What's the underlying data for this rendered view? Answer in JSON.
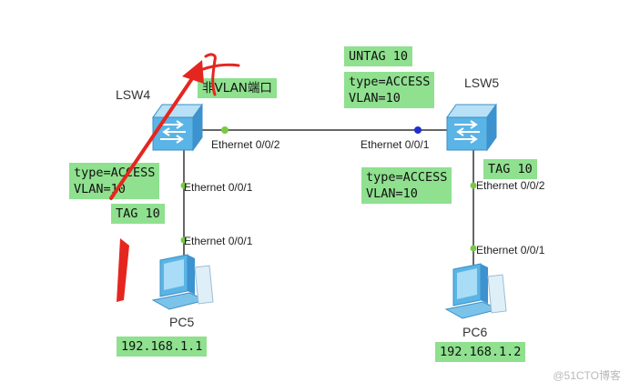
{
  "devices": {
    "lsw4": "LSW4",
    "lsw5": "LSW5",
    "pc5": "PC5",
    "pc6": "PC6"
  },
  "ports": {
    "lsw4_uplink": "Ethernet 0/0/2",
    "lsw5_uplink": "Ethernet 0/0/1",
    "lsw4_down": "Ethernet 0/0/1",
    "pc5_port": "Ethernet 0/0/1",
    "lsw5_down": "Ethernet 0/0/2",
    "pc6_port": "Ethernet 0/0/1"
  },
  "notes": {
    "non_vlan_port": "非VLAN端口",
    "untag": "UNTAG 10",
    "lsw5_uplink_cfg": "type=ACCESS\nVLAN=10",
    "lsw4_cfg": "type=ACCESS\nVLAN=10",
    "tag_left": "TAG 10",
    "lsw5_down_cfg": "type=ACCESS\nVLAN=10",
    "tag_right": "TAG 10",
    "pc5_ip": "192.168.1.1",
    "pc6_ip": "192.168.1.2"
  },
  "watermark": "@51CTO博客",
  "colors": {
    "note_bg": "#8fe08f",
    "annotation_red": "#e5261f",
    "link": "#333333",
    "switch": "#5ab4e6",
    "dot_green": "#7ac943",
    "dot_blue": "#1f2fd0"
  }
}
